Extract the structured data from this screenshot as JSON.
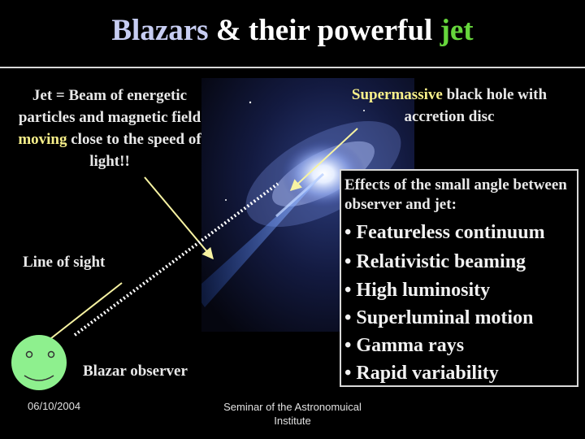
{
  "title": {
    "part1": "Blazars",
    "part2": "& their powerful",
    "part3": "jet"
  },
  "jet_description": {
    "pre": "Jet = Beam of energetic particles and magnetic field",
    "highlight": "moving",
    "post": "close to the speed of light!!"
  },
  "black_hole": {
    "highlight": "Supermassive",
    "rest": "black hole with accretion disc"
  },
  "line_of_sight": "Line of sight",
  "blazar_observer": "Blazar observer",
  "effects": {
    "heading": "Effects of the small angle between observer and jet:",
    "bullets": [
      "• Featureless continuum",
      "• Relativistic beaming",
      "• High luminosity",
      "• Superluminal motion",
      "• Gamma rays",
      "• Rapid variability"
    ]
  },
  "footer": {
    "date": "06/10/2004",
    "seminar": "Seminar of the Astronomuical Institute"
  },
  "colors": {
    "title_blazars": "#c7cdf2",
    "title_jet": "#66d63c",
    "highlight": "#f7ef8a",
    "smiley": "#8ef08e",
    "arrow": "#f7f3a2"
  },
  "icons": [
    "smiley-face-icon"
  ]
}
